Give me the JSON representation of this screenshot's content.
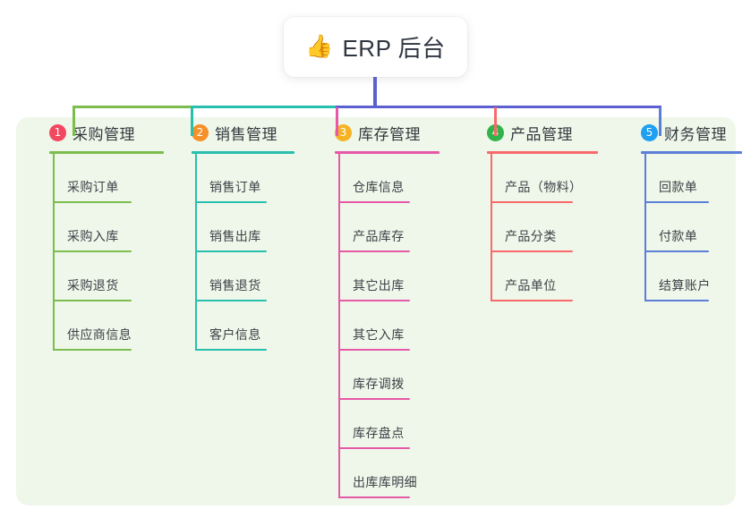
{
  "root": {
    "icon": "thumbs-up-icon",
    "icon_glyph": "👍",
    "title": "ERP 后台"
  },
  "theme": {
    "panel_bg": "#eef7e9",
    "page_bg": "#ffffff",
    "title_color": "#2f3640",
    "leaf_text_color": "#3d4249",
    "trunk_color": "#5b5fd0"
  },
  "columns": [
    {
      "index": "1",
      "badge_color": "#f2485f",
      "line_color": "#7cbd4e",
      "title": "采购管理",
      "items": [
        "采购订单",
        "采购入库",
        "采购退货",
        "供应商信息"
      ]
    },
    {
      "index": "2",
      "badge_color": "#f5902b",
      "line_color": "#29bfae",
      "title": "销售管理",
      "items": [
        "销售订单",
        "销售出库",
        "销售退货",
        "客户信息"
      ]
    },
    {
      "index": "3",
      "badge_color": "#f5b324",
      "line_color": "#e659a8",
      "title": "库存管理",
      "items": [
        "仓库信息",
        "产品库存",
        "其它出库",
        "其它入库",
        "库存调拨",
        "库存盘点",
        "出库库明细"
      ]
    },
    {
      "index": "4",
      "badge_color": "#2fb34a",
      "line_color": "#f9696b",
      "title": "产品管理",
      "items": [
        "产品（物料）",
        "产品分类",
        "产品单位"
      ]
    },
    {
      "index": "5",
      "badge_color": "#1e9ff2",
      "line_color": "#5b7ed6",
      "title": "财务管理",
      "items": [
        "回款单",
        "付款单",
        "结算账户"
      ]
    }
  ]
}
